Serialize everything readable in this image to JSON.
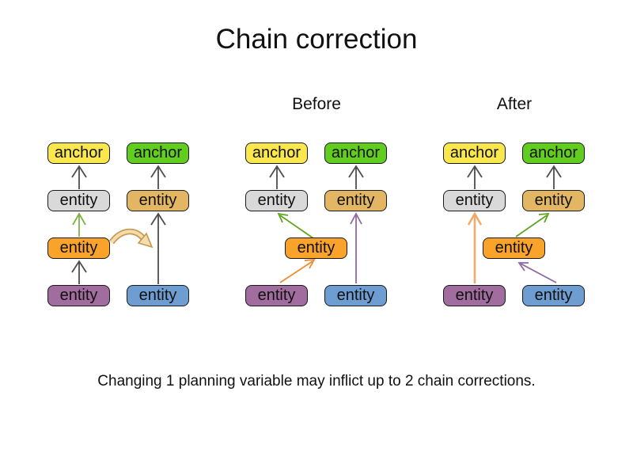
{
  "title": "Chain correction",
  "caption": "Changing 1 planning variable may inflict up to 2 chain corrections.",
  "groups": {
    "before_label": "Before",
    "after_label": "After"
  },
  "node": {
    "anchor_label": "anchor",
    "entity_label": "entity"
  },
  "colors": {
    "anchor_yellow": "#f9e74d",
    "anchor_green": "#61ce1f",
    "entity_gray": "#d9d9d9",
    "entity_tan": "#e3b664",
    "entity_orange": "#f9a32b",
    "entity_purple": "#a16c9e",
    "entity_blue": "#6d9dd1",
    "chain_arrow_gray": "#4d4d4d",
    "correction_arrow_green_light": "#7cb342",
    "correction_arrow_green": "#5fa51f",
    "correction_arrow_orange": "#ee8b2f",
    "correction_arrow_orange_light": "#f2a96b",
    "correction_arrow_purple": "#8e68a2",
    "move_arrow_fill": "#f4dcac",
    "move_arrow_outline": "#c6974f"
  }
}
